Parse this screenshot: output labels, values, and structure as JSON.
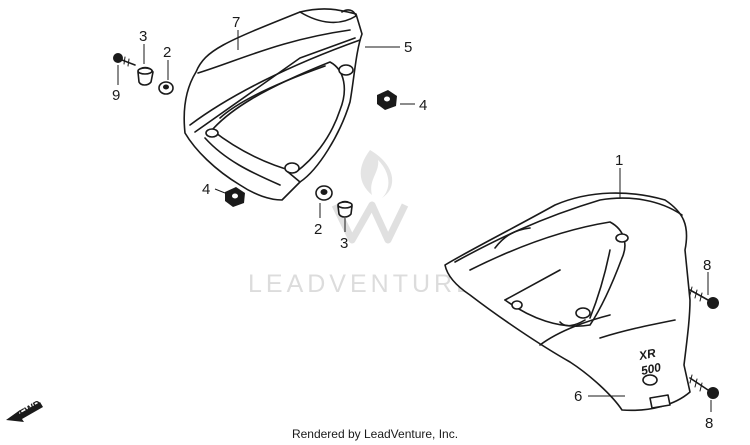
{
  "watermark": {
    "text": "LEADVENTURE"
  },
  "footer": {
    "text": "Rendered by LeadVenture, Inc."
  },
  "direction": {
    "label": "FWD"
  },
  "badge": {
    "line1": "XR",
    "line2": "500"
  },
  "callouts": {
    "c1": "1",
    "c2a": "2",
    "c2b": "2",
    "c3a": "3",
    "c3b": "3",
    "c4a": "4",
    "c4b": "4",
    "c5": "5",
    "c6": "6",
    "c7": "7",
    "c8a": "8",
    "c8b": "8",
    "c9": "9"
  },
  "colors": {
    "line": "#1a1a1a",
    "watermark": "#dcdcdc",
    "background": "#ffffff"
  }
}
